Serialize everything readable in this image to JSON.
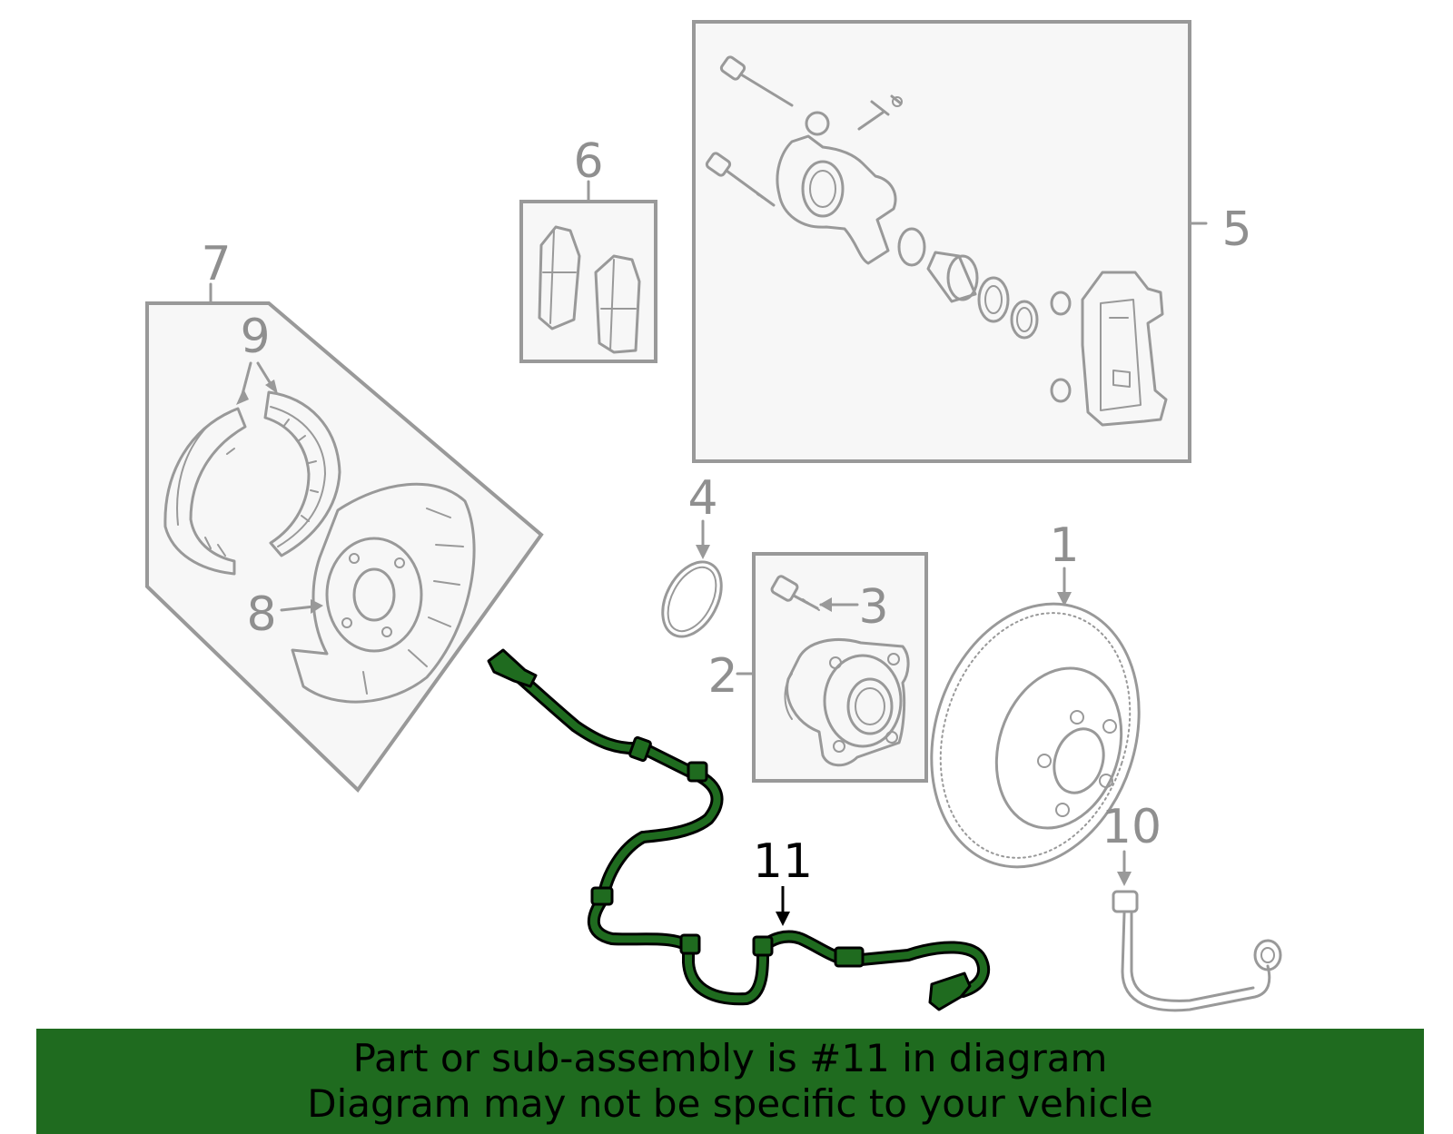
{
  "labels": {
    "p1": "1",
    "p2": "2",
    "p3": "3",
    "p4": "4",
    "p5": "5",
    "p6": "6",
    "p7": "7",
    "p8": "8",
    "p9": "9",
    "p10": "10",
    "p11": "11"
  },
  "highlight_part": "11",
  "banner": {
    "line1": "Part or sub-assembly is #11 in diagram",
    "line2": "Diagram may not be specific to your vehicle"
  },
  "colors": {
    "highlight": "#1f6b1f",
    "banner_bg": "#1f6b1f",
    "outline": "#999999",
    "box_fill": "#f7f7f7"
  }
}
